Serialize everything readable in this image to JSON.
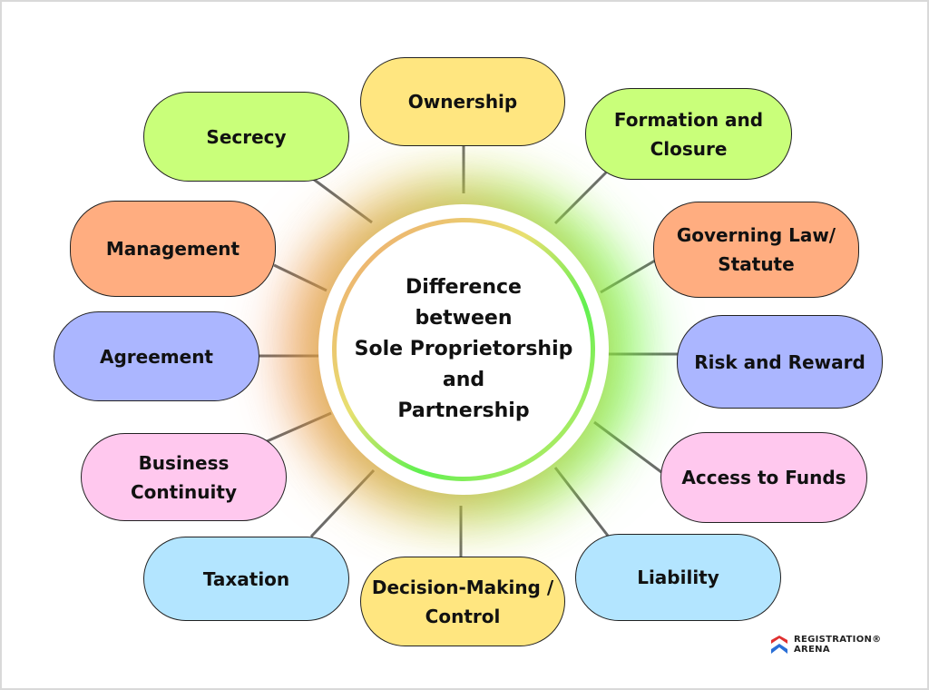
{
  "center": {
    "lines": [
      "Difference",
      "between",
      "Sole Proprietorship",
      "and",
      "Partnership"
    ]
  },
  "nodes": [
    {
      "id": "ownership",
      "label": "Ownership",
      "color": "#FFE680"
    },
    {
      "id": "secrecy",
      "label": "Secrecy",
      "color": "#C9FF7A"
    },
    {
      "id": "formation",
      "label": "Formation and Closure",
      "color": "#C9FF7A"
    },
    {
      "id": "management",
      "label": "Management",
      "color": "#FFAD80"
    },
    {
      "id": "governing",
      "label": "Governing Law/ Statute",
      "color": "#FFAD80"
    },
    {
      "id": "agreement",
      "label": "Agreement",
      "color": "#ABB6FF"
    },
    {
      "id": "risk",
      "label": "Risk and Reward",
      "color": "#ABB6FF"
    },
    {
      "id": "continuity",
      "label": "Business Continuity",
      "color": "#FFC8EE"
    },
    {
      "id": "funds",
      "label": "Access to Funds",
      "color": "#FFC8EE"
    },
    {
      "id": "taxation",
      "label": "Taxation",
      "color": "#B3E5FF"
    },
    {
      "id": "liability",
      "label": "Liability",
      "color": "#B3E5FF"
    },
    {
      "id": "decision",
      "label": "Decision-Making / Control",
      "color": "#FFE680"
    }
  ],
  "logo": {
    "line1": "REGISTRATION®",
    "line2": "ARENA"
  }
}
